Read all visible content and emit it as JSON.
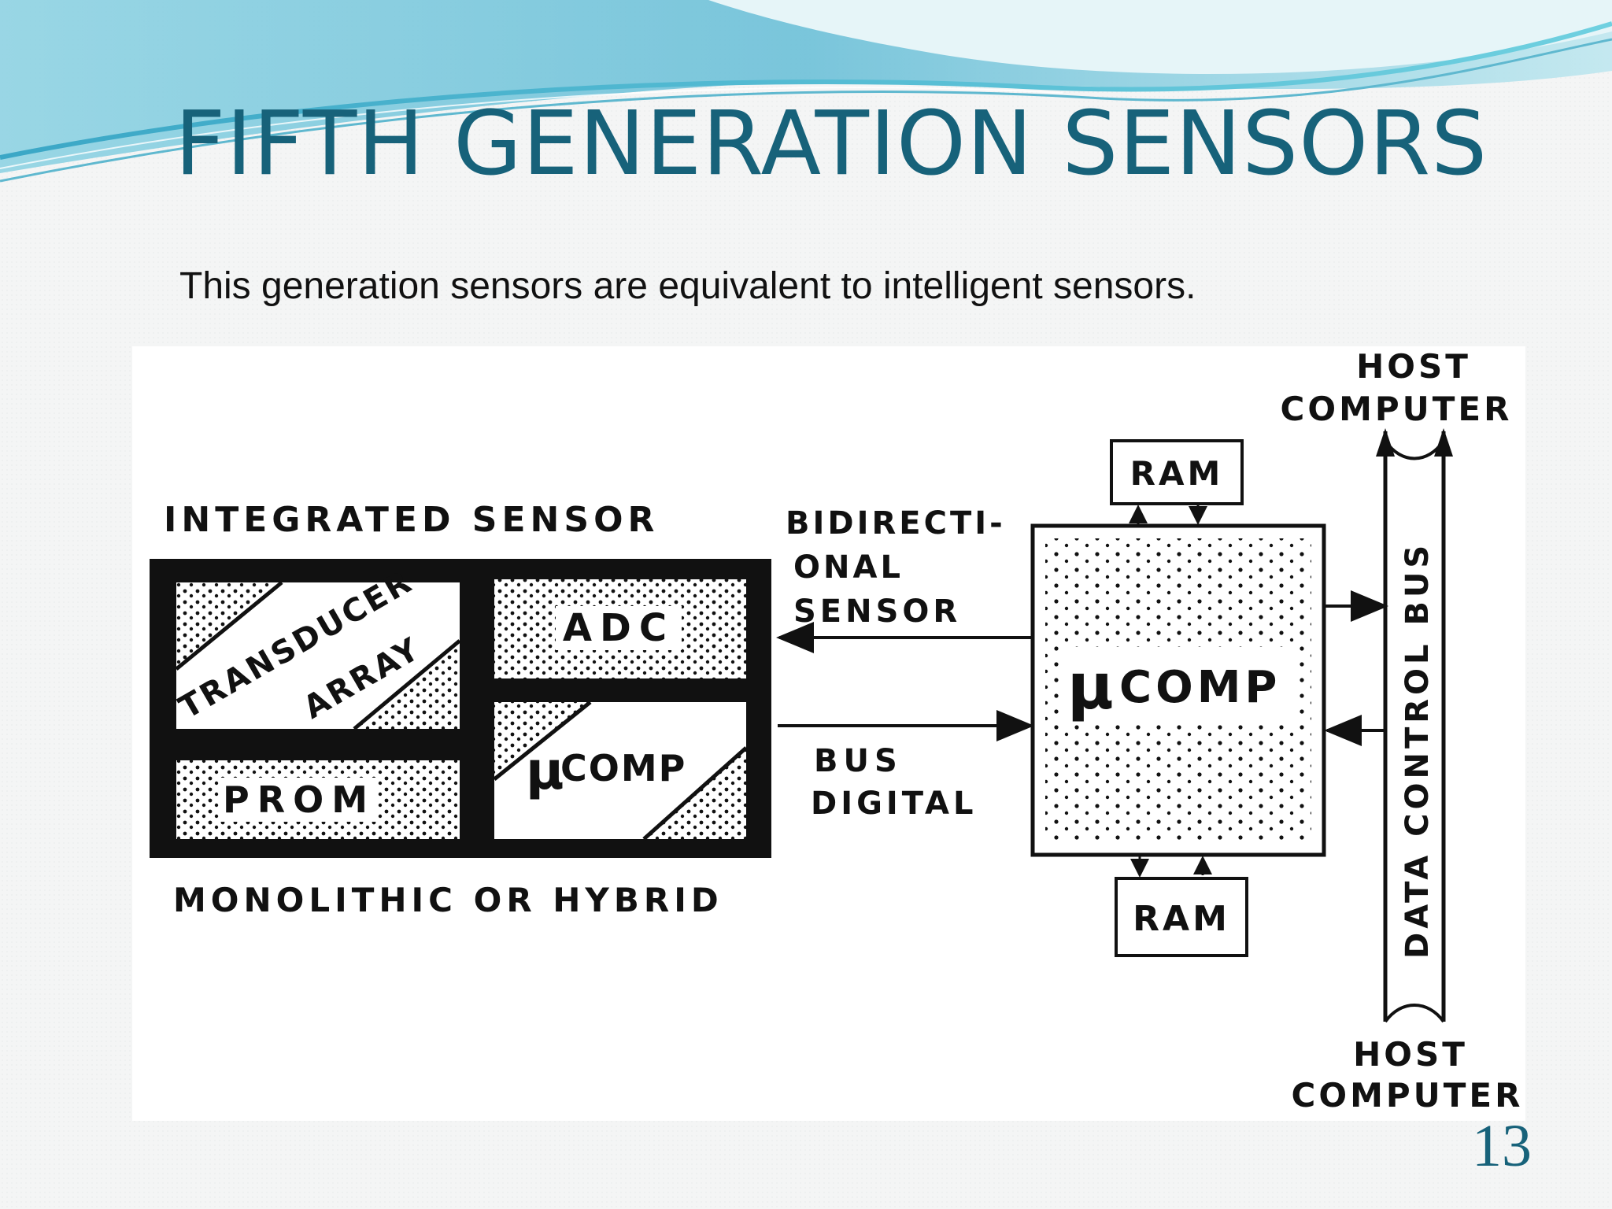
{
  "slide": {
    "title": "FIFTH GENERATION SENSORS",
    "subtitle": "This generation sensors are equivalent to intelligent sensors.",
    "page_number": "13",
    "colors": {
      "title": "#17627a",
      "wave_light": "#a8dde9",
      "wave_dark": "#3ba7c6",
      "background": "#f4f5f5"
    }
  },
  "diagram": {
    "integrated_sensor_label": "INTEGRATED SENSOR",
    "monolithic_label": "MONOLITHIC OR HYBRID",
    "transducer_label_1": "TRANSDUCER",
    "transducer_label_2": "ARRAY",
    "adc_label": "ADC",
    "prom_label": "PROM",
    "mu_symbol": "μ",
    "comp_label": "COMP",
    "bidir_line1": "BIDIRECTI-",
    "bidir_line2": "ONAL",
    "bidir_line3": "SENSOR",
    "bus_line1": "BUS",
    "bus_line2": "DIGITAL",
    "ram_top": "RAM",
    "ram_bottom": "RAM",
    "host_top_line1": "HOST",
    "host_top_line2": "COMPUTER",
    "host_bottom_line1": "HOST",
    "host_bottom_line2": "COMPUTER",
    "data_control_bus": "DATA CONTROL BUS"
  }
}
